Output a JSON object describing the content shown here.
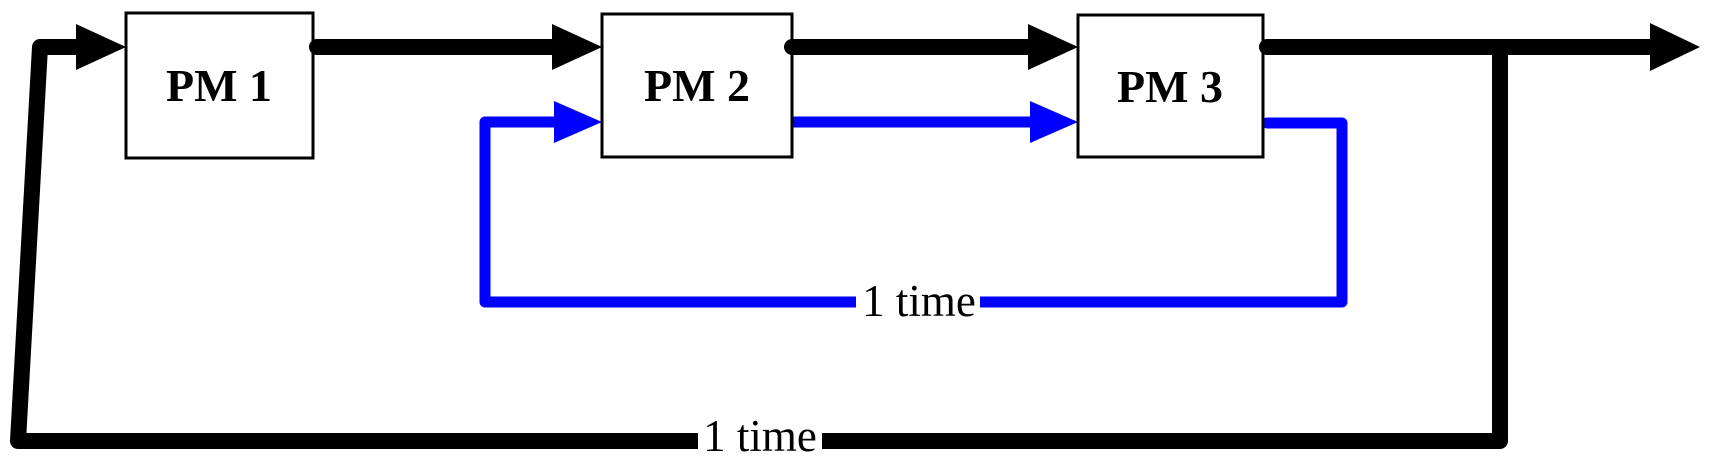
{
  "diagram": {
    "type": "process-flow-with-rework-loops",
    "nodes": [
      {
        "id": "pm1",
        "label": "PM 1"
      },
      {
        "id": "pm2",
        "label": "PM 2"
      },
      {
        "id": "pm3",
        "label": "PM 3"
      }
    ],
    "flows": {
      "main_sequence": [
        "PM 1",
        "PM 2",
        "PM 3"
      ],
      "inner_loop": {
        "from": "PM 3",
        "to": "PM 2",
        "label": "1 time"
      },
      "outer_loop": {
        "from": "output",
        "to": "PM 1",
        "label": "1 time"
      }
    },
    "colors": {
      "flow": "#000000",
      "rework": "#0000ff",
      "node_fill": "#ffffff",
      "node_border": "#000000",
      "background": "#ffffff",
      "label_text": "#000000"
    }
  }
}
